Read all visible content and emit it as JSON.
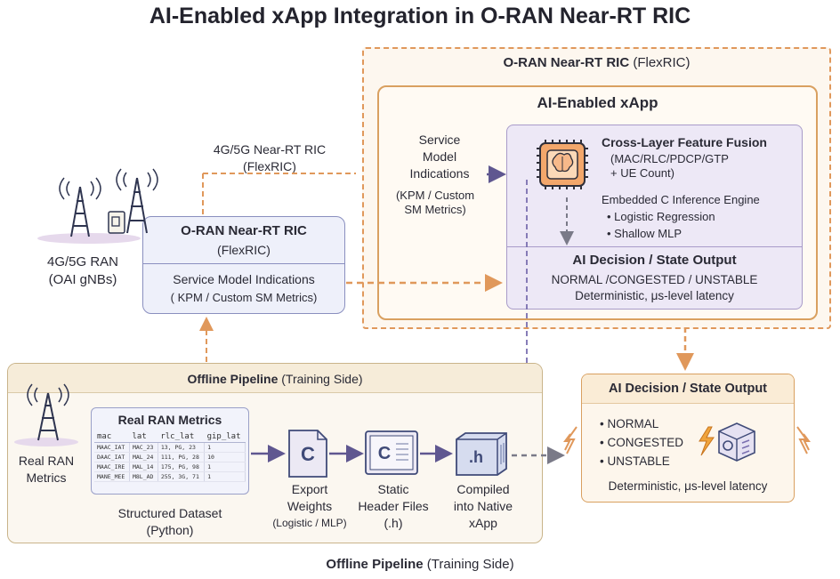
{
  "title": "AI-Enabled xApp Integration in O-RAN Near-RT RIC",
  "ric_region": {
    "label_bold": "O-RAN Near-RT RIC",
    "label_rest": " (FlexRIC)",
    "xapp_title": "AI-Enabled xApp",
    "service_indications": [
      "Service",
      "Model",
      "Indications"
    ],
    "service_metrics": [
      "(KPM / Custom",
      "SM Metrics)"
    ],
    "fusion": {
      "title": "Cross-Layer Feature Fusion",
      "layers": "(MAC/RLC/PDCP/GTP",
      "ue_count": "+ UE Count)",
      "engine": "Embedded C Inference Engine",
      "model_1": "• Logistic Regression",
      "model_2": "• Shallow MLP",
      "output_title": "AI Decision / State Output",
      "output_states": "NORMAL /CONGESTED / UNSTABLE",
      "output_latency": "Deterministic, μs-level latency"
    }
  },
  "nrt_label": [
    "4G/5G Near-RT RIC",
    "(FlexRIC)"
  ],
  "ran": {
    "label_1": "4G/5G RAN",
    "label_2": "(OAI gNBs)"
  },
  "nrt_box": {
    "title": "O-RAN Near-RT RIC",
    "subtitle": "(FlexRIC)",
    "line_1": "Service Model Indications",
    "line_2": "( KPM / Custom SM Metrics)"
  },
  "offline": {
    "header": "Offline Pipeline",
    "header_rest": " (Training Side)",
    "real_metrics": [
      "Real RAN",
      "Metrics"
    ],
    "metrics_title": "Real RAN Metrics",
    "columns": [
      "mac",
      "lat",
      "rlc_lat",
      "gip_lat"
    ],
    "rows": [
      [
        "MAAC_IAT",
        "MAC_23",
        "13, PG, 23",
        "1"
      ],
      [
        "DAAC_IAT",
        "MAL_24",
        "111, PG, 28",
        "10"
      ],
      [
        "MAAC_IRE",
        "MAL_14",
        "175, PG, 98",
        "1"
      ],
      [
        "MANE_MEE",
        "M8L_AD",
        "255, 3G, 71",
        "1"
      ]
    ],
    "dataset": [
      "Structured Dataset",
      "(Python)"
    ],
    "export": [
      "Export",
      "Weights",
      "(Logistic / MLP)"
    ],
    "static": [
      "Static",
      "Header Files",
      "(.h)"
    ],
    "compiled": [
      "Compiled",
      "into Native",
      "xApp"
    ],
    "icon_c1": "C",
    "icon_c2": "C",
    "icon_h": ".h"
  },
  "decision": {
    "title": "AI Decision / State Output",
    "items": [
      "• NORMAL",
      "• CONGESTED",
      "• UNSTABLE"
    ],
    "latency": "Deterministic, μs-level latency"
  },
  "bottom_caption": {
    "bold": "Offline Pipeline",
    "rest": " (Training Side)"
  },
  "colors": {
    "orange": "#e0985b",
    "purple": "#6b5f9e",
    "navy": "#3f4a78"
  }
}
